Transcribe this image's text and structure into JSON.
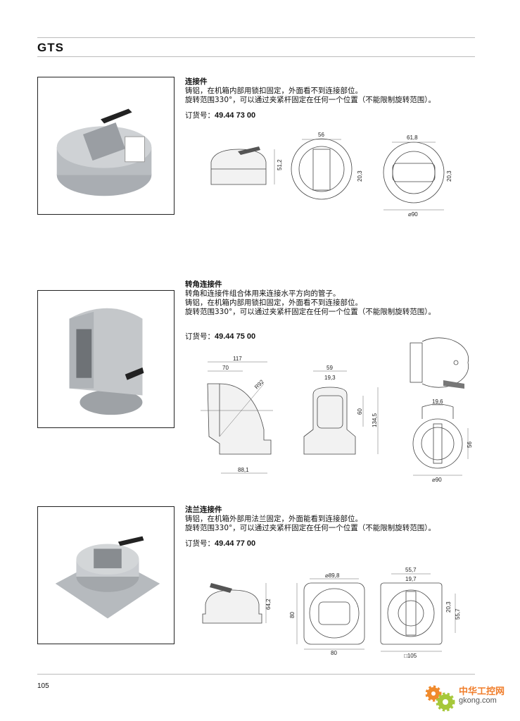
{
  "header": {
    "title": "GTS"
  },
  "sections": [
    {
      "heading": "连接件",
      "lines": [
        "铸铝，在机箱内部用锁扣固定，外面看不到连接部位。",
        "旋转范围330°，可以通过夹紧杆固定在任何一个位置（不能限制旋转范围）。"
      ],
      "order_label": "订货号：",
      "order_no": "49.44 73 00",
      "dims": {
        "h1": "51,2",
        "w1": "56",
        "s1": "20,3",
        "w2": "61,8",
        "s2": "20,3",
        "d": "⌀90"
      }
    },
    {
      "heading": "转角连接件",
      "lines": [
        "转角和连接件组合体用来连接水平方向的管子。",
        "铸铝，在机箱内部用锁扣固定，外面看不到连接部位。",
        "旋转范围330°，可以通过夹紧杆固定在任何一个位置（不能限制旋转范围）。"
      ],
      "order_label": "订货号：",
      "order_no": "49.44 75 00",
      "dims": {
        "w117": "117",
        "w70": "70",
        "r": "R92",
        "w88": "88,1",
        "w59": "59",
        "w19": "19,3",
        "h60": "60",
        "h134": "134,5",
        "w196": "19,6",
        "h56": "56",
        "d": "⌀90"
      }
    },
    {
      "heading": "法兰连接件",
      "lines": [
        "铸铝，在机箱外部用法兰固定，外面能看到连接部位。",
        "旋转范围330°，可以通过夹紧杆固定在任何一个位置（不能限制旋转范围）。"
      ],
      "order_label": "订货号：",
      "order_no": "49.44 77 00",
      "dims": {
        "h64": "64,2",
        "d898": "⌀89,8",
        "h80": "80",
        "w80": "80",
        "w557": "55,7",
        "w197": "19,7",
        "h203": "20,3",
        "h557": "55,7",
        "sq": "□105"
      }
    }
  ],
  "footer": {
    "page": "105"
  },
  "watermark": {
    "cn": "中华工控网",
    "en": "gkong.com"
  }
}
